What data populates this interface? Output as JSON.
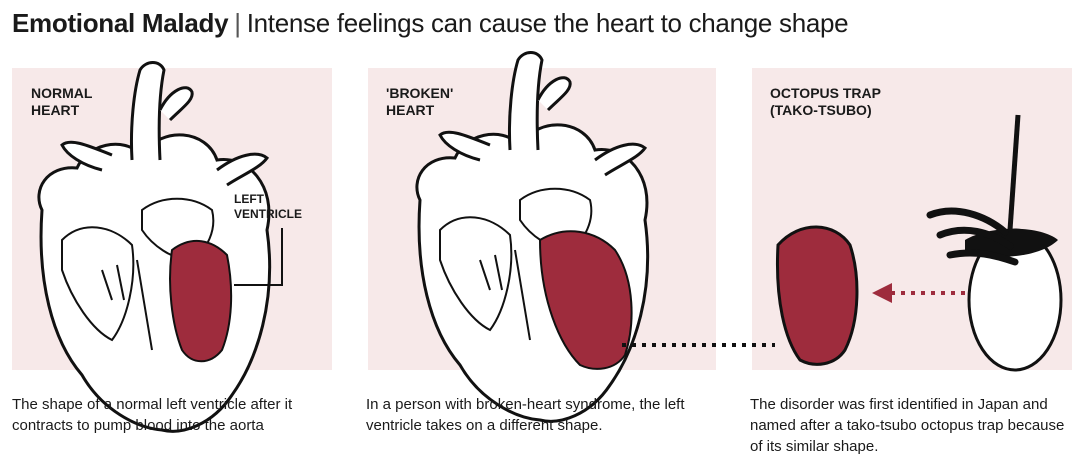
{
  "header": {
    "title_bold": "Emotional Malady",
    "separator": "|",
    "title_rest": "Intense feelings can cause the heart to change shape"
  },
  "panels": [
    {
      "label": "NORMAL\nHEART",
      "annotation": "LEFT\nVENTRICLE",
      "caption": "The shape of a normal left ventricle after it contracts to pump blood into the aorta"
    },
    {
      "label": "'BROKEN'\nHEART",
      "caption": "In a person with broken-heart syndrome, the left ventricle takes on a different shape."
    },
    {
      "label": "OCTOPUS TRAP\n(TAKO-TSUBO)",
      "caption": "The disorder was first identified in Japan and named after a tako-tsubo octopus trap because of its similar shape."
    }
  ],
  "colors": {
    "ventricle": "#9e2c3d",
    "panel_bg": "#f7e9e9",
    "arrow": "#9e2c3d"
  }
}
